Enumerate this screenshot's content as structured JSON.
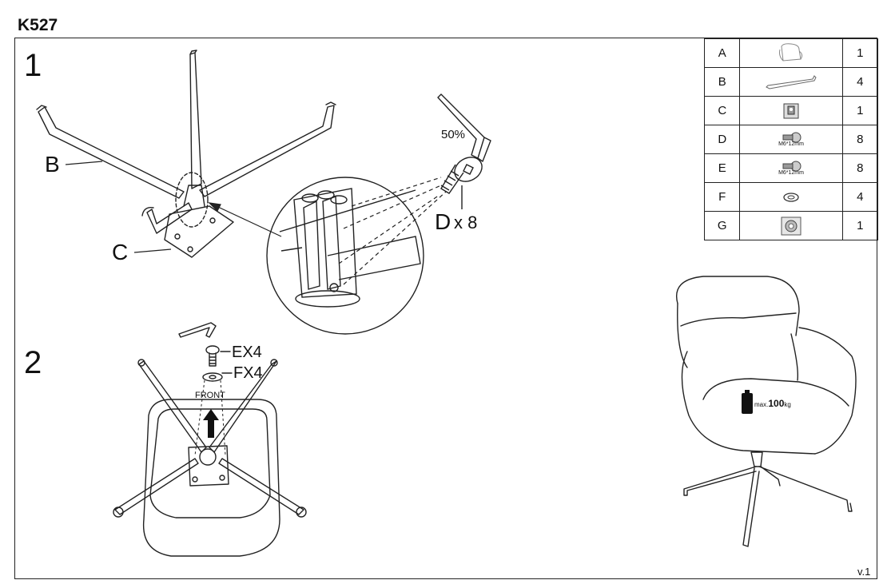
{
  "title": "K527",
  "version": "v.1",
  "steps": {
    "one": "1",
    "two": "2"
  },
  "labels": {
    "b": "B",
    "c": "C",
    "d": "D",
    "d_qty": "x 8",
    "torque": "50%",
    "e_qty": "EX4",
    "f_qty": "FX4",
    "front": "FRONT"
  },
  "weight": {
    "prefix": "max.",
    "value": "100",
    "unit": "kg"
  },
  "parts": [
    {
      "letter": "A",
      "icon": "chair-icon",
      "spec": "",
      "qty": "1"
    },
    {
      "letter": "B",
      "icon": "leg-icon",
      "spec": "",
      "qty": "4"
    },
    {
      "letter": "C",
      "icon": "mount-plate-icon",
      "spec": "",
      "qty": "1"
    },
    {
      "letter": "D",
      "icon": "bolt-icon",
      "spec": "M6*12mm",
      "qty": "8"
    },
    {
      "letter": "E",
      "icon": "bolt-icon",
      "spec": "M6*12mm",
      "qty": "8"
    },
    {
      "letter": "F",
      "icon": "washer-icon",
      "spec": "",
      "qty": "4"
    },
    {
      "letter": "G",
      "icon": "swivel-plate-icon",
      "spec": "",
      "qty": "1"
    }
  ]
}
